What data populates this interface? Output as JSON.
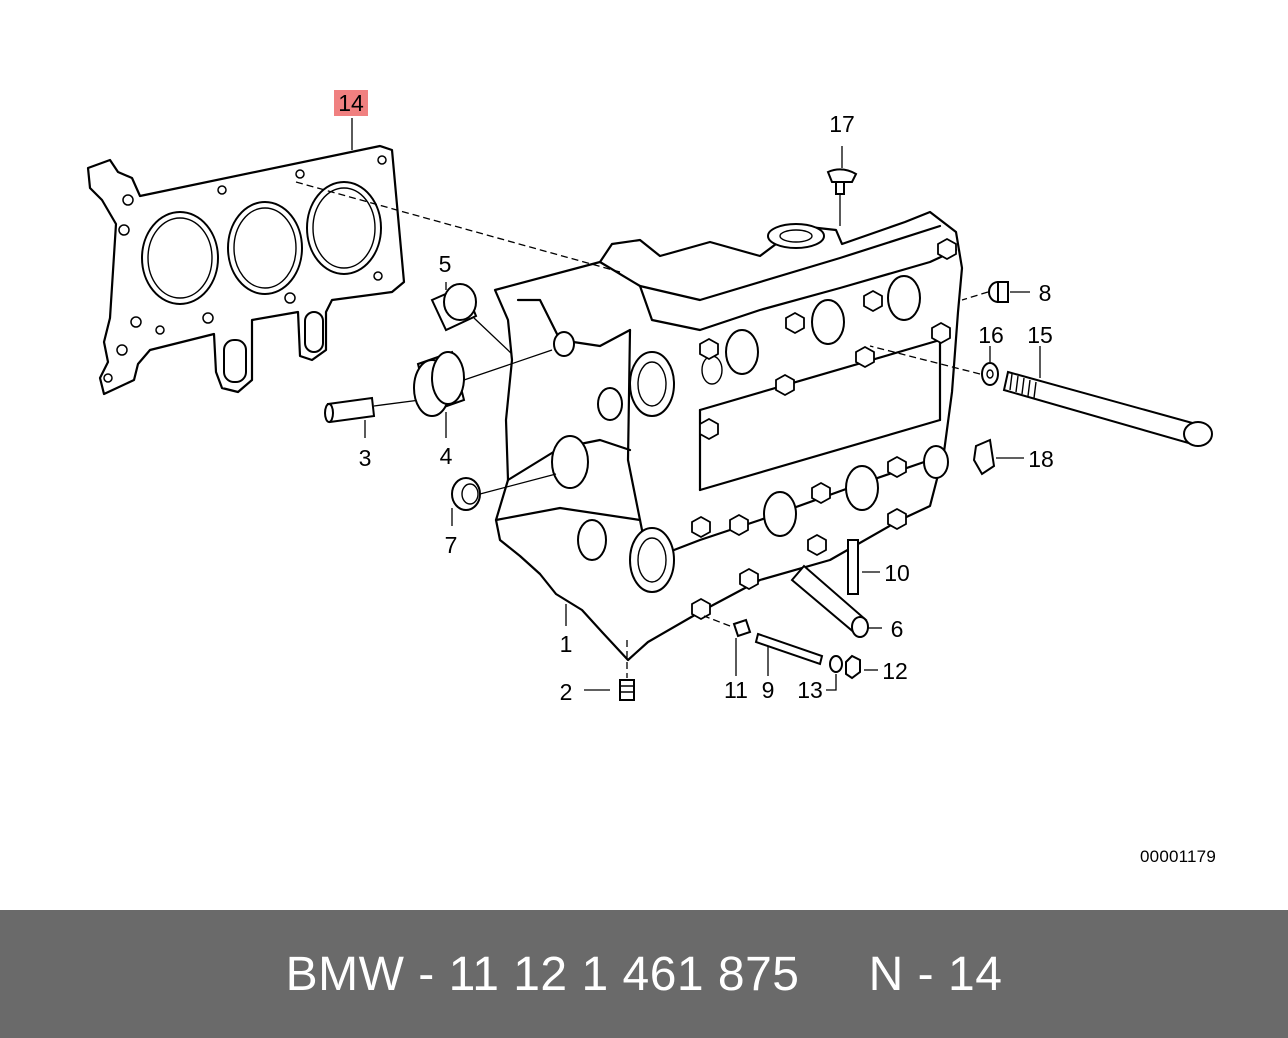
{
  "diagram": {
    "callouts": [
      {
        "id": "1",
        "label": "1"
      },
      {
        "id": "2",
        "label": "2"
      },
      {
        "id": "3",
        "label": "3"
      },
      {
        "id": "4",
        "label": "4"
      },
      {
        "id": "5",
        "label": "5"
      },
      {
        "id": "6",
        "label": "6"
      },
      {
        "id": "7",
        "label": "7"
      },
      {
        "id": "8",
        "label": "8"
      },
      {
        "id": "9",
        "label": "9"
      },
      {
        "id": "10",
        "label": "10"
      },
      {
        "id": "11",
        "label": "11"
      },
      {
        "id": "12",
        "label": "12"
      },
      {
        "id": "13",
        "label": "13"
      },
      {
        "id": "14",
        "label": "14",
        "highlighted": true
      },
      {
        "id": "15",
        "label": "15"
      },
      {
        "id": "16",
        "label": "16"
      },
      {
        "id": "17",
        "label": "17"
      },
      {
        "id": "18",
        "label": "18"
      }
    ],
    "highlight_color": "#f08080",
    "reference_code": "00001179"
  },
  "footer": {
    "text": "BMW - 11 12 1 461 875     N - 14",
    "background": "#6a6a6a",
    "color": "#ffffff"
  }
}
